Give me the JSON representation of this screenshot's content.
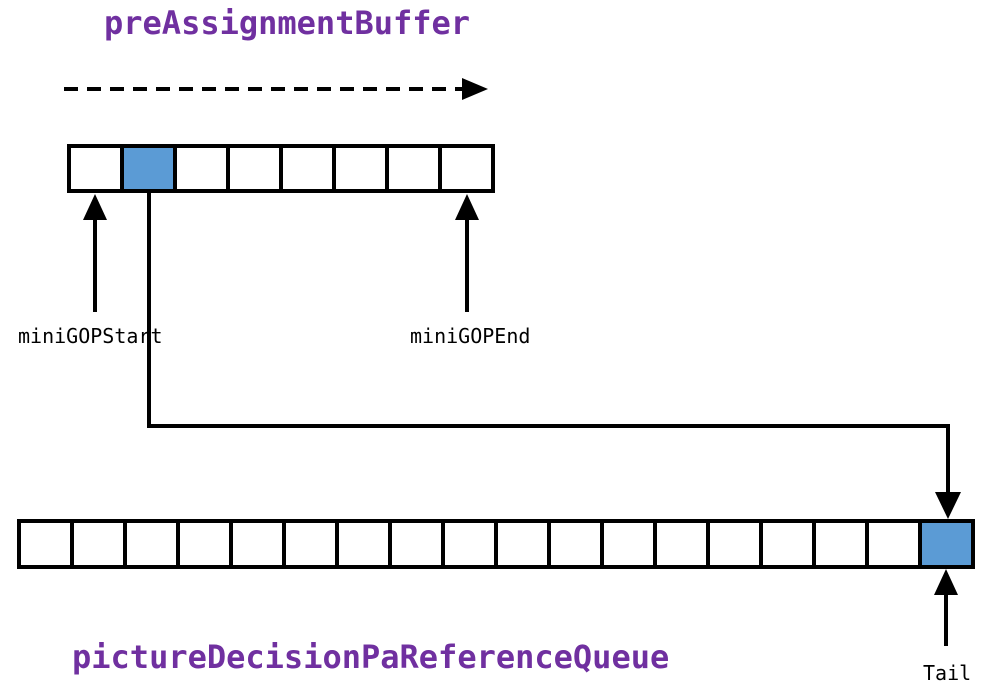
{
  "top_buffer": {
    "title": "preAssignmentBuffer",
    "cell_count": 8,
    "highlighted_index": 1,
    "start_label": "miniGOPStart",
    "end_label": "miniGOPEnd"
  },
  "bottom_queue": {
    "title": "pictureDecisionPaReferenceQueue",
    "cell_count": 18,
    "highlighted_index": 17,
    "tail_label": "Tail"
  },
  "colors": {
    "title": "#7030a0",
    "highlight": "#5b9bd5",
    "cell": "#ffffff",
    "stroke": "#000000"
  }
}
